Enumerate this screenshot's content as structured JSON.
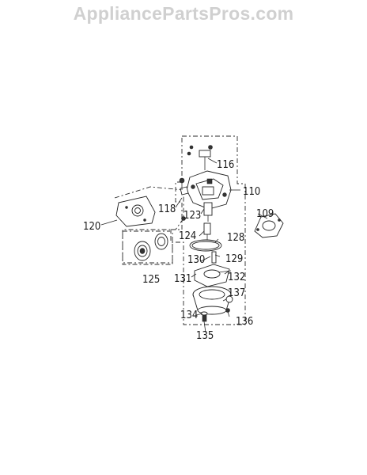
{
  "watermark": "AppliancePartsPros.com",
  "parts": {
    "p109": "109",
    "p110": "110",
    "p116": "116",
    "p118": "118",
    "p120": "120",
    "p123": "123",
    "p124": "124",
    "p125": "125",
    "p128": "128",
    "p129": "129",
    "p130": "130",
    "p131": "131",
    "p132": "132",
    "p134": "134",
    "p135": "135",
    "p136": "136",
    "p137": "137"
  }
}
